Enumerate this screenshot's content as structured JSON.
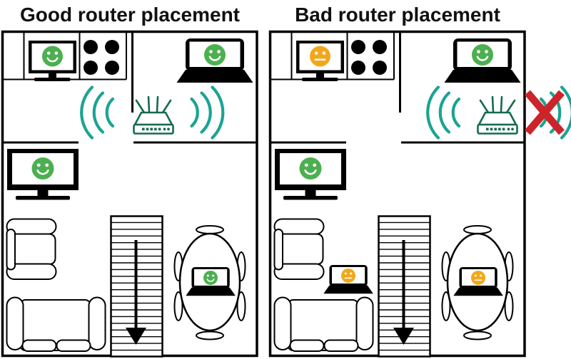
{
  "panels": {
    "good": {
      "title": "Good router placement",
      "router_location": "center of home, upstairs hallway",
      "devices": {
        "kitchen_monitor": {
          "mood": "happy",
          "face": "#face-happy"
        },
        "kitchen_laptop": {
          "mood": "happy",
          "face": "#face-happy"
        },
        "living_tv": {
          "mood": "happy",
          "face": "#face-happy"
        },
        "dining_laptop": {
          "mood": "happy",
          "face": "#face-happy"
        }
      }
    },
    "bad": {
      "title": "Bad router placement",
      "router_location": "against outside wall, signal lost outdoors",
      "devices": {
        "kitchen_monitor": {
          "mood": "neutral",
          "face": "#face-neutral"
        },
        "kitchen_laptop": {
          "mood": "happy",
          "face": "#face-happy"
        },
        "living_tv": {
          "mood": "happy",
          "face": "#face-happy"
        },
        "sofa_laptop": {
          "mood": "neutral",
          "face": "#face-neutral"
        },
        "dining_laptop": {
          "mood": "neutral",
          "face": "#face-neutral"
        }
      }
    }
  },
  "colors": {
    "happy_face": "#4caf50",
    "neutral_face": "#f2a71b",
    "wifi_wave": "#1ba393",
    "router": "#166b4c",
    "blocked_cross": "#cc2429",
    "line": "#000000",
    "background": "#ffffff"
  },
  "icon_names": {
    "happy_face": "smiley-face-icon",
    "neutral_face": "neutral-face-icon",
    "router": "wifi-router-icon",
    "waves": "wifi-waves-icon",
    "cross": "blocked-cross-icon",
    "arrow": "stairs-down-arrow-icon",
    "stove": "stove-burners-icon"
  }
}
